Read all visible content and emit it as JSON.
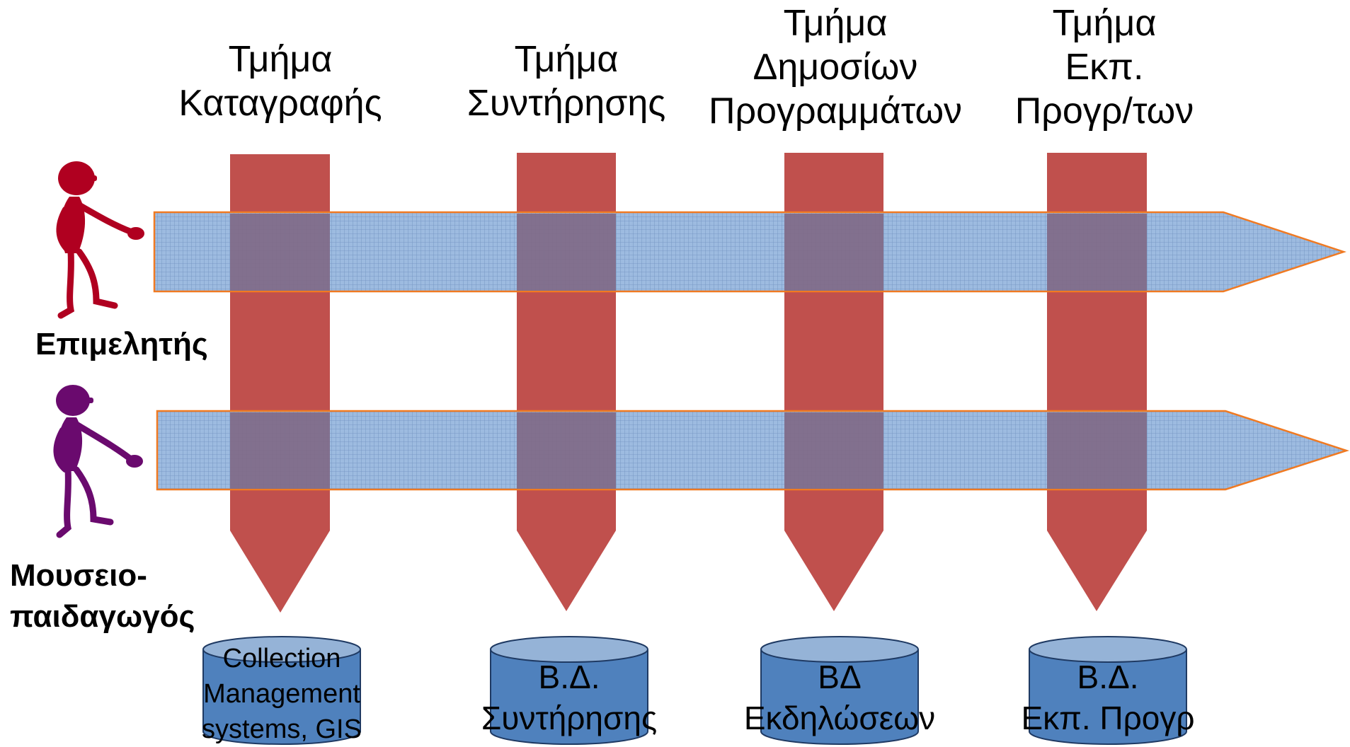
{
  "colors": {
    "department_arrow": "#c0504d",
    "role_band_fill": "#9dbbe0",
    "role_band_grid": "#6f8fbf",
    "role_band_outline": "#f07a22",
    "overlap": "#806a88",
    "database_fill": "#4f81bd",
    "database_top": "#95b3d7",
    "curator_figure": "#b00020",
    "educator_figure": "#6a0a6e"
  },
  "departments": [
    {
      "title": "Τμήμα\nΚαταγραφής"
    },
    {
      "title": "Τμήμα\nΣυντήρησης"
    },
    {
      "title": "Τμήμα\nΔημοσίων\nΠρογραμμάτων"
    },
    {
      "title": "Τμήμα\nΕκπ.\nΠρογρ/των"
    }
  ],
  "roles": [
    {
      "label": "Επιμελητής",
      "icon": "person-walking-icon"
    },
    {
      "label": "Μουσειο-\nπαιδαγωγός",
      "icon": "person-walking-icon"
    }
  ],
  "databases": [
    {
      "label": "Collection\nManagement\nsystems, GIS",
      "icon": "database-cylinder-icon"
    },
    {
      "label": "Β.Δ.\nΣυντήρησης",
      "icon": "database-cylinder-icon"
    },
    {
      "label": "ΒΔ\nΕκδηλώσεων",
      "icon": "database-cylinder-icon"
    },
    {
      "label": "Β.Δ.\nΕκπ. Προγρ",
      "icon": "database-cylinder-icon"
    }
  ]
}
